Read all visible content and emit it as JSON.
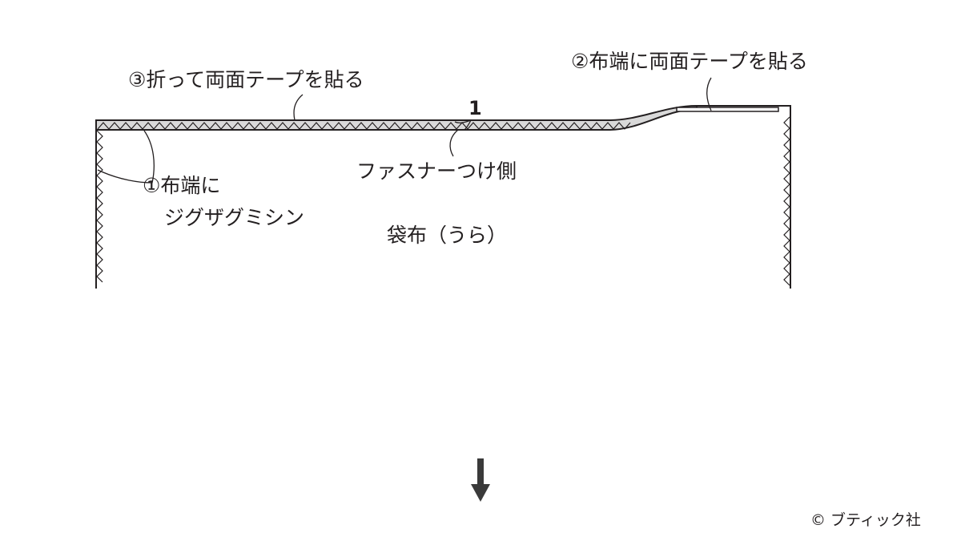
{
  "labels": {
    "step3": "③折って両面テープを貼る",
    "step2": "②布端に両面テープを貼る",
    "marker": "1",
    "zipper_side": "ファスナーつけ側",
    "step1_line1": "①布端に",
    "step1_line2": "ジグザグミシン",
    "bag_fabric": "袋布（うら）"
  },
  "copyright": "© ブティック社",
  "colors": {
    "line": "#231f20",
    "fold": "#d9d9d9"
  }
}
